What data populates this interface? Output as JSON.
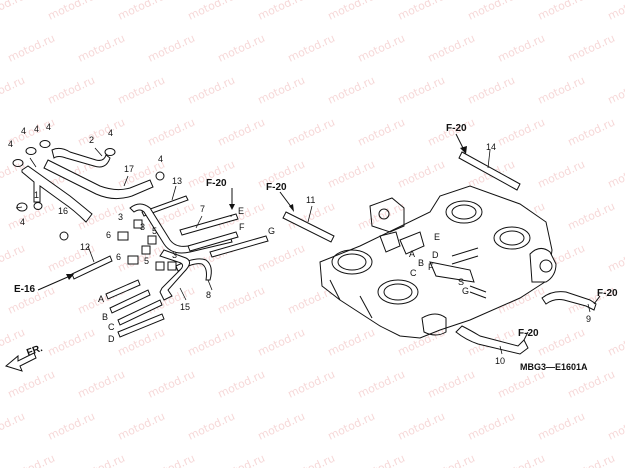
{
  "watermark": "motod.ru",
  "diagram_code": "MBG3—E1601A",
  "direction_label": "FR.",
  "refs": {
    "f20_top_left": "F-20",
    "f20_mid": "F-20",
    "f20_top_right": "F-20",
    "f20_right": "F-20",
    "f20_bottom": "F-20",
    "e16": "E-16"
  },
  "part_numbers": {
    "p2": "2",
    "p4a": "4",
    "p4b": "4",
    "p4c": "4",
    "p4d": "4",
    "p4e": "4",
    "p4f": "4",
    "p4g": "4",
    "p1": "1",
    "p16": "16",
    "p17": "17",
    "p13": "13",
    "p3a": "3",
    "p3b": "3",
    "p3c": "3",
    "p6a": "6",
    "p6b": "6",
    "p5a": "5",
    "p5b": "5",
    "p7": "7",
    "p12": "12",
    "p15": "15",
    "p8": "8",
    "p11": "11",
    "p14": "14",
    "p9": "9",
    "p10": "10"
  },
  "hose_letters": {
    "e": "E",
    "f": "F",
    "g": "G",
    "a": "A",
    "b": "B",
    "c": "C",
    "d": "D",
    "body_a": "A",
    "body_b": "B",
    "body_d": "D",
    "body_f": "F",
    "body_c": "C",
    "body_e": "E",
    "body_g": "G",
    "body_s": "S"
  }
}
